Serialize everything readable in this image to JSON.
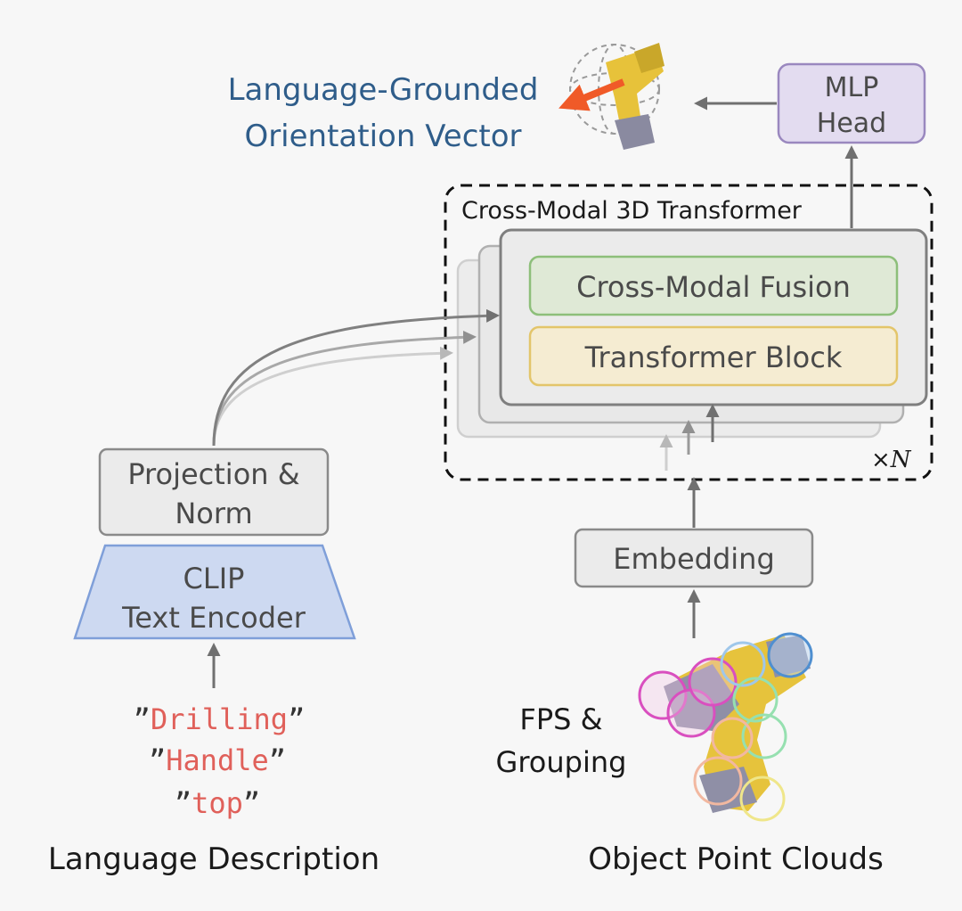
{
  "output": {
    "line1": "Language-Grounded",
    "line2": "Orientation Vector",
    "color": "#2f5d8a"
  },
  "mlp_head": {
    "line1": "MLP",
    "line2": "Head"
  },
  "transformer": {
    "title": "Cross-Modal 3D Transformer",
    "fusion_label": "Cross-Modal Fusion",
    "block_label": "Transformer Block",
    "repeat_prefix": "×",
    "repeat_symbol": "N"
  },
  "projection": {
    "line1": "Projection &",
    "line2": "Norm"
  },
  "clip": {
    "line1": "CLIP",
    "line2": "Text Encoder"
  },
  "embedding": {
    "label": "Embedding"
  },
  "language_inputs": [
    {
      "open": "”",
      "word": "Drilling",
      "close": "”"
    },
    {
      "open": "”",
      "word": "Handle",
      "close": "”"
    },
    {
      "open": "”",
      "word": "top",
      "close": "”"
    }
  ],
  "fps": {
    "line1": "FPS &",
    "line2": "Grouping"
  },
  "captions": {
    "language": "Language Description",
    "pointcloud": "Object Point Clouds"
  },
  "colors": {
    "fusion_fill": "#dfe9d6",
    "fusion_stroke": "#8dbf7a",
    "block_fill": "#f5ecd2",
    "block_stroke": "#e3c56a",
    "mlp_fill": "#e3dcf0",
    "mlp_stroke": "#9a88bf",
    "clip_fill": "#cdd9f1",
    "clip_stroke": "#7f9fd9",
    "keyword": "#e0605a",
    "arrow_out": "#f05a28"
  }
}
